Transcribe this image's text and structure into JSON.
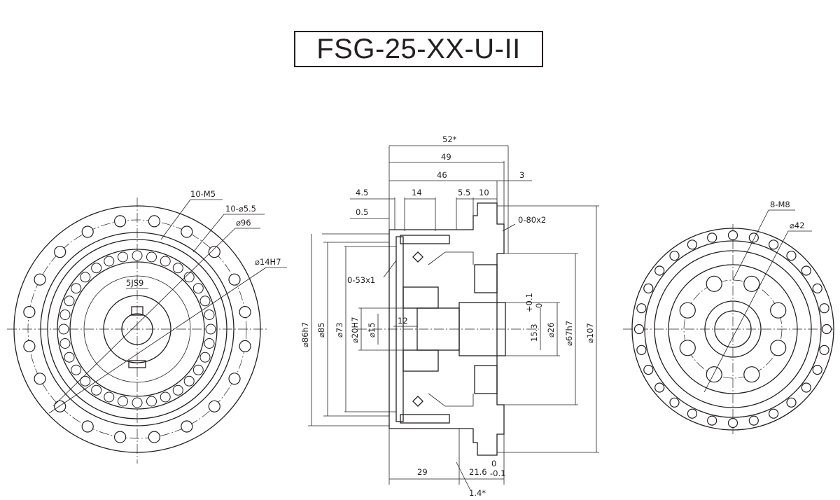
{
  "title": "FSG-25-XX-U-II",
  "dimensions": {
    "left": [
      "10-M5",
      "10-⌀5.5",
      "⌀96",
      "⌀14H7",
      "5JS9"
    ],
    "top": [
      "52*",
      "49",
      "46",
      "3",
      "4.5",
      "14",
      "5.5",
      "10",
      "0.5"
    ],
    "side_annotations": [
      "0-80x2",
      "0-53x1"
    ],
    "vertical": [
      "⌀86h7",
      "⌀85",
      "⌀73",
      "⌀20H7",
      "⌀15",
      "12",
      "15.3",
      "⌀26",
      "⌀67h7",
      "⌀107"
    ],
    "tolerance_15_3": [
      "+0.1",
      "0"
    ],
    "bottom": [
      "29",
      "21.6",
      "1.4*"
    ],
    "tolerance_21_6": [
      "0",
      "-0.1"
    ],
    "right": [
      "8-M8",
      "⌀42"
    ]
  }
}
